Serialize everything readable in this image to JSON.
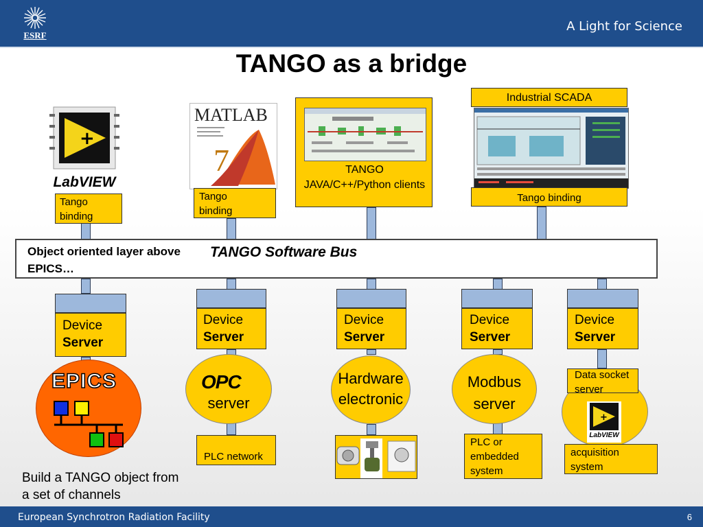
{
  "header": {
    "logo_text": "ESRF",
    "tagline": "A Light for Science"
  },
  "title": "TANGO as a bridge",
  "clients": {
    "labview": {
      "logo_text": "LabVIEW",
      "label": "Tango binding"
    },
    "matlab": {
      "logo_text": "MATLAB",
      "version": "7",
      "label": "Tango binding"
    },
    "tango_clients": {
      "label": "TANGO JAVA/C++/Python clients"
    },
    "scada": {
      "header": "Industrial SCADA",
      "label": "Tango binding"
    }
  },
  "bus": {
    "subtitle": "Object oriented layer above EPICS…",
    "title": "TANGO Software Bus"
  },
  "device_server": {
    "line1": "Device",
    "line2": "Server"
  },
  "devices": {
    "epics": {
      "text": "EPICS",
      "note": "Build a TANGO object from a set of channels"
    },
    "opc": {
      "logo": "OPC",
      "text": "server",
      "box": "PLC network"
    },
    "hardware": {
      "text": "Hardware electronic"
    },
    "modbus": {
      "text": "Modbus server",
      "box": "PLC or embedded system"
    },
    "socket": {
      "header": "Data socket server",
      "logo_text": "LabVIEW",
      "box": "acquisition system"
    }
  },
  "footer": {
    "text": "European Synchrotron Radiation Facility",
    "page": "6"
  },
  "colors": {
    "bar": "#1f4e8c",
    "box": "#ffcc00",
    "epics": "#ff6600",
    "connector": "#9db8dc"
  }
}
